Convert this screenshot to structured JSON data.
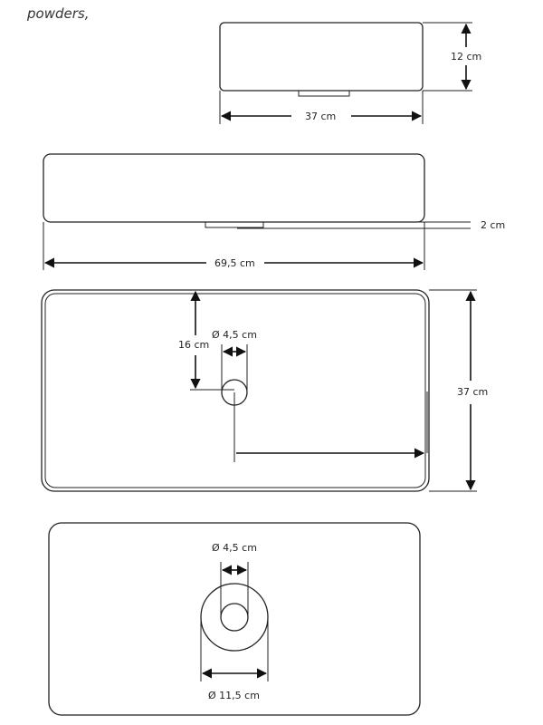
{
  "caption": "powders,",
  "side_view_small": {
    "height_label": "12 cm",
    "width_label": "37 cm"
  },
  "side_view_large": {
    "thickness_label": "2 cm",
    "length_label": "69,5 cm"
  },
  "top_view": {
    "depth_from_edge_label": "16 cm",
    "hole_diameter_label": "Ø 4,5 cm",
    "width_label": "37 cm"
  },
  "drain_view": {
    "hole_diameter_label": "Ø 4,5 cm",
    "outer_diameter_label": "Ø 11,5 cm"
  }
}
